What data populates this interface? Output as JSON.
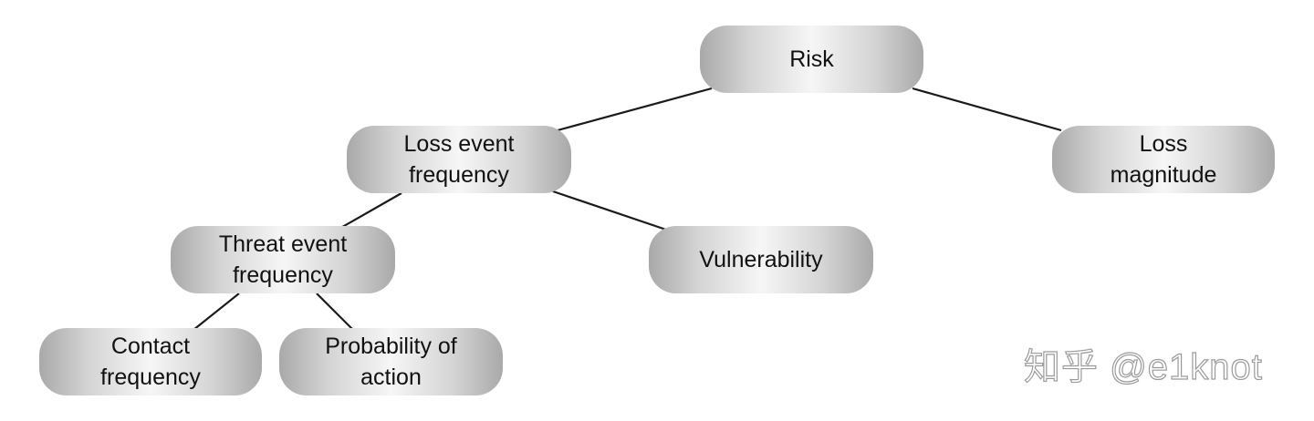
{
  "diagram": {
    "nodes": {
      "risk": "Risk",
      "loss_event_frequency": "Loss event\nfrequency",
      "loss_magnitude": "Loss\nmagnitude",
      "threat_event_frequency": "Threat event\nfrequency",
      "vulnerability": "Vulnerability",
      "contact_frequency": "Contact\nfrequency",
      "probability_of_action": "Probability of\naction"
    },
    "edges": [
      {
        "from": "Risk",
        "to": "Loss event frequency"
      },
      {
        "from": "Risk",
        "to": "Loss magnitude"
      },
      {
        "from": "Loss event frequency",
        "to": "Threat event frequency"
      },
      {
        "from": "Loss event frequency",
        "to": "Vulnerability"
      },
      {
        "from": "Threat event frequency",
        "to": "Contact frequency"
      },
      {
        "from": "Threat event frequency",
        "to": "Probability of action"
      }
    ]
  },
  "watermark": "知乎 @e1knot"
}
